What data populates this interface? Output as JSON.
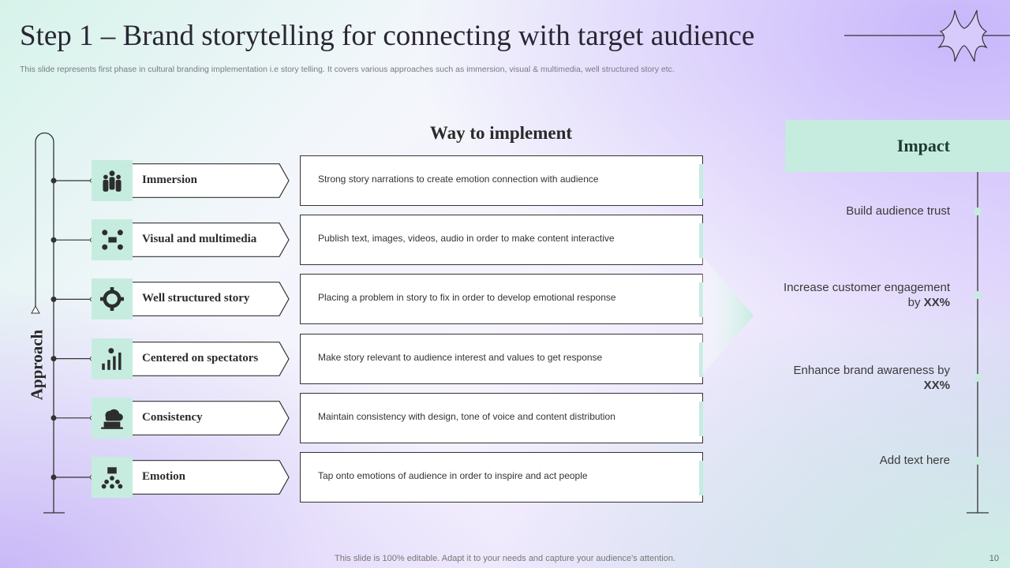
{
  "title": "Step 1 – Brand storytelling for connecting with target audience",
  "subtitle": "This slide represents first phase in cultural  branding implementation i.e story telling. It covers various approaches such as immersion, visual & multimedia, well structured story etc.",
  "approach_label": "Approach",
  "way_header": "Way to implement",
  "rows": [
    {
      "label": "Immersion",
      "icon": "team-icon",
      "desc": "Strong story narrations to create emotion connection with audience"
    },
    {
      "label": "Visual and multimedia",
      "icon": "multimedia-icon",
      "desc": "Publish text, images, videos,  audio in order to make content interactive"
    },
    {
      "label": "Well structured story",
      "icon": "brain-gear-icon",
      "desc": "Placing a problem in story to fix in order to develop  emotional response"
    },
    {
      "label": "Centered on spectators",
      "icon": "growth-chart-icon",
      "desc": "Make story relevant to audience interest and values to get response"
    },
    {
      "label": "Consistency",
      "icon": "cloud-laptop-icon",
      "desc": "Maintain consistency with design, tone of voice and content distribution"
    },
    {
      "label": "Emotion",
      "icon": "audience-icon",
      "desc": "Tap onto emotions of audience in order to inspire and act people"
    }
  ],
  "impact": {
    "header": "Impact",
    "items": [
      {
        "text": "Build audience trust",
        "bold": ""
      },
      {
        "text": "Increase customer engagement by ",
        "bold": "XX%"
      },
      {
        "text": "Enhance brand awareness by ",
        "bold": "XX%"
      },
      {
        "text": "Add text here",
        "bold": ""
      }
    ]
  },
  "footer": "This slide is 100% editable. Adapt it to your needs and capture your audience's attention.",
  "page_number": "10",
  "colors": {
    "mint": "#c6ece0",
    "dark": "#2a2633"
  }
}
